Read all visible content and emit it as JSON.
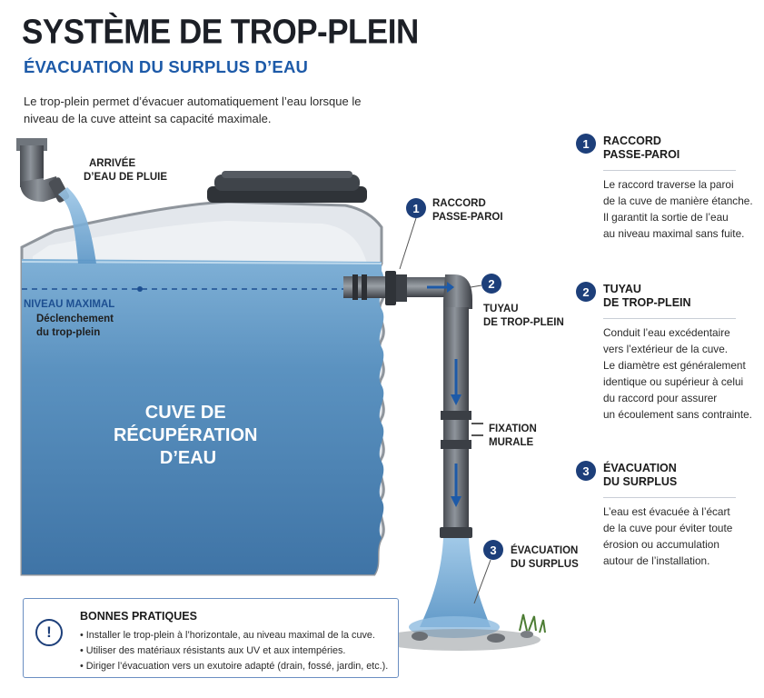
{
  "header": {
    "title": "SYSTÈME DE TROP-PLEIN",
    "subtitle": "ÉVACUATION DU SURPLUS D’EAU",
    "intro": "Le trop-plein permet d’évacuer automatiquement l’eau lorsque le niveau de la cuve atteint sa capacité maximale."
  },
  "diagram": {
    "rain_inlet": [
      "ARRIVÉE",
      "D’EAU DE PLUIE"
    ],
    "max_level_title": "NIVEAU MAXIMAL",
    "max_level_sub": [
      "Déclenchement",
      "du trop-plein"
    ],
    "tank_label": [
      "CUVE DE",
      "RÉCUPÉRATION",
      "D’EAU"
    ],
    "callout_1": [
      "RACCORD",
      "PASSE-PAROI"
    ],
    "callout_2": [
      "TUYAU",
      "DE TROP-PLEIN"
    ],
    "fixation": [
      "FIXATION",
      "MURALE"
    ],
    "callout_3": [
      "ÉVACUATION",
      "DU SURPLUS"
    ],
    "badge_1": "1",
    "badge_2": "2",
    "badge_3": "3"
  },
  "steps": [
    {
      "number": "1",
      "title": "RACCORD\nPASSE-PAROI",
      "body": "Le raccord traverse la paroi\nde la cuve de manière étanche.\nIl garantit la sortie de l’eau\nau niveau maximal sans fuite."
    },
    {
      "number": "2",
      "title": "TUYAU\nDE TROP-PLEIN",
      "body": "Conduit l’eau excédentaire\nvers l’extérieur de la cuve.\nLe diamètre est généralement\nidentique ou supérieur à celui\ndu raccord pour assurer\nun écoulement sans contrainte."
    },
    {
      "number": "3",
      "title": "ÉVACUATION\nDU SURPLUS",
      "body": "L’eau est évacuée à l’écart\nde la cuve pour éviter toute\nérosion ou accumulation\nautour de l’installation."
    }
  ],
  "tips": {
    "icon": "exclamation-icon",
    "title": "BONNES PRATIQUES",
    "items": [
      "Installer le trop-plein à l’horizontale, au niveau maximal de la cuve.",
      "Utiliser des matériaux résistants aux UV et aux intempéries.",
      "Diriger l’évacuation vers un exutoire adapté (drain, fossé, jardin, etc.)."
    ]
  },
  "colors": {
    "accent_blue": "#1d5aa8",
    "badge_navy": "#1d3f7a",
    "water": "#4f86b6"
  }
}
